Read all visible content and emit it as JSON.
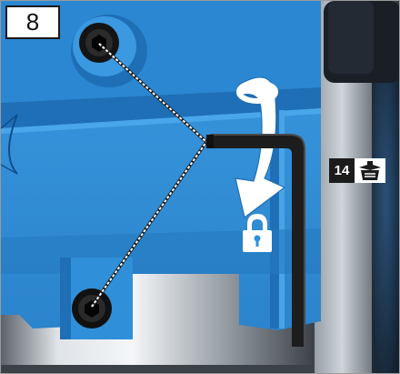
{
  "step": {
    "number": "8"
  },
  "reference": {
    "number": "14",
    "icon": "parts-box-icon"
  },
  "illustration": {
    "subject": "hex-key-tightening-base-screws",
    "rotation": "clockwise",
    "lock_icon": "padlock-locked-icon",
    "colors": {
      "housing_blue": "#2f8fd9",
      "housing_shadow": "#1e6fb6",
      "housing_dark": "#0f4e8c",
      "metal_light": "#dfe4e8",
      "metal_dark": "#4a4f55",
      "hex_key": "#1d1d1d",
      "top_cap": "#1a1f26",
      "guide_line": "#ffffff"
    }
  }
}
